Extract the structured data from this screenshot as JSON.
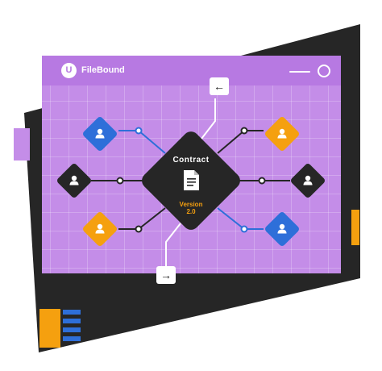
{
  "app": {
    "logo_letter": "U",
    "title": "FileBound"
  },
  "center": {
    "label": "Contract",
    "version_label": "Version",
    "version_number": "2.0"
  },
  "nav": {
    "back_arrow": "←",
    "forward_arrow": "→"
  },
  "colors": {
    "window_bg": "#c48de8",
    "titlebar_bg": "#b779e2",
    "dark": "#262626",
    "blue": "#2e6fd9",
    "orange": "#f5a00f",
    "accent_lilac": "#c48de8"
  },
  "icons": [
    "user-icon",
    "document-icon",
    "arrow-left-icon",
    "arrow-right-icon",
    "stack-icon"
  ]
}
